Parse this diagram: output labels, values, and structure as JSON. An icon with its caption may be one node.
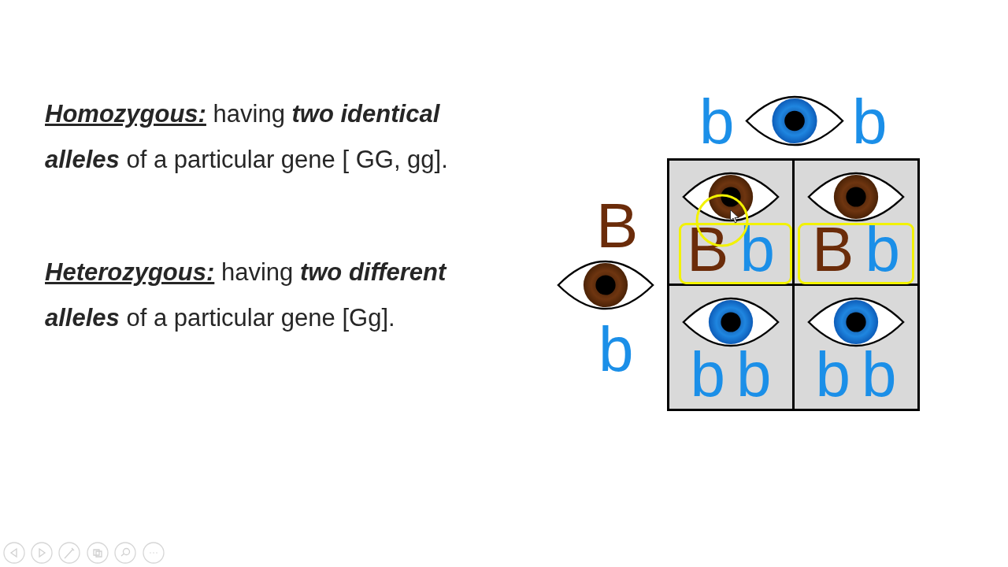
{
  "diagram": {
    "nodes": [
      {
        "text": [],
        "shape": "box"
      },
      {
        "text": [
          "B",
          "b"
        ],
        "in": 0
      },
      {
        "text": [
          "B",
          "b"
        ],
        "in": 0
      },
      {
        "text": [
          "b",
          "b"
        ],
        "in": 0
      },
      {
        "text": [
          "b",
          "b"
        ],
        "in": 0
      }
    ],
    "labels": [
      "**Homozygous:** having **two identical alleles** of a particular gene [ GG, gg].",
      "**Heterozygous:** having **two different alleles** of a particular gene [Gg].",
      "b",
      "b",
      "B",
      "b"
    ]
  }
}
